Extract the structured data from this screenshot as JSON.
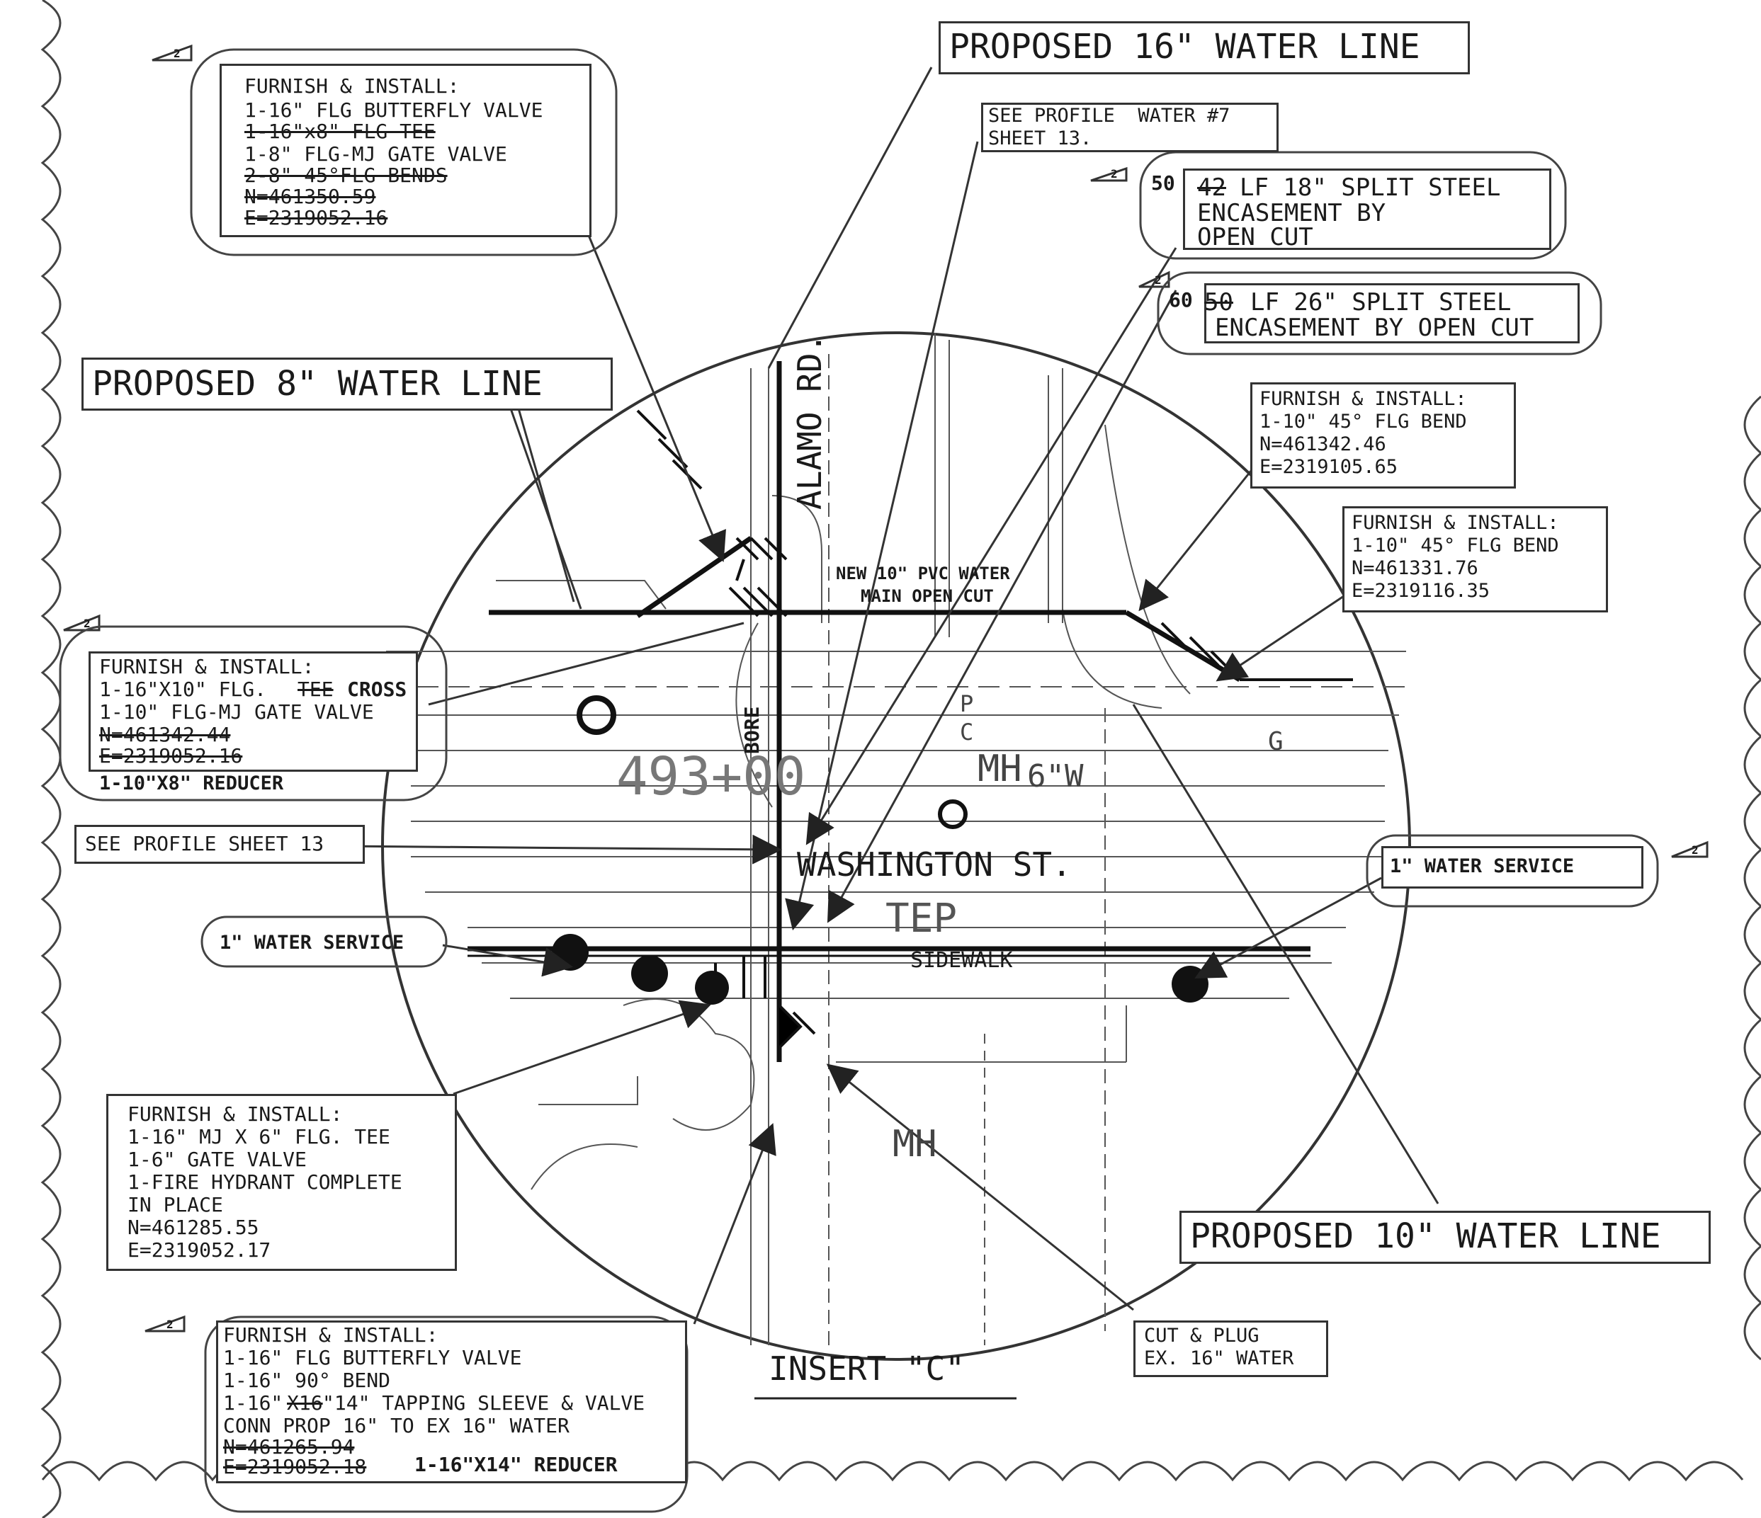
{
  "callouts": {
    "proposed_16": "PROPOSED 16\" WATER LINE",
    "proposed_8": "PROPOSED 8\" WATER LINE",
    "proposed_10": "PROPOSED 10\" WATER LINE",
    "see_profile_water7": [
      "SEE PROFILE  WATER #7",
      "SHEET 13."
    ],
    "encasement_18": {
      "new_qty": "50",
      "old_qty": "42",
      "text": [
        "LF 18\" SPLIT STEEL",
        "ENCASEMENT BY",
        "OPEN CUT"
      ]
    },
    "encasement_26": {
      "new_qty": "60",
      "old_qty": "50",
      "text": [
        "LF 26\" SPLIT STEEL",
        "ENCASEMENT BY OPEN CUT"
      ]
    },
    "bend_a": [
      "FURNISH & INSTALL:",
      "1-10\" 45° FLG BEND",
      "N=461342.46",
      "E=2319105.65"
    ],
    "bend_b": [
      "FURNISH & INSTALL:",
      "1-10\" 45° FLG BEND",
      "N=461331.76",
      "E=2319116.35"
    ],
    "butterfly_top": {
      "lines": [
        "FURNISH & INSTALL:",
        "1-16\" FLG BUTTERFLY VALVE"
      ],
      "struck1": "1-16\"x8\" FLG TEE",
      "line3": "1-8\" FLG-MJ GATE VALVE",
      "struck2": [
        "2-8\" 45°FLG BENDS",
        "N=461350.59",
        "E=2319052.16"
      ]
    },
    "cross": {
      "line1": "FURNISH & INSTALL:",
      "line2a": "1-16\"X10\" FLG.",
      "line2_struck": "TEE",
      "line2b": "CROSS",
      "line3": "1-10\" FLG-MJ GATE VALVE",
      "struck": [
        "N=461342.44",
        "E=2319052.16"
      ],
      "reducer": "1-10\"X8\" REDUCER"
    },
    "see_profile_13": "SEE PROFILE SHEET 13",
    "service_left": "1\" WATER SERVICE",
    "service_right": "1\" WATER SERVICE",
    "tee_hydrant": [
      "FURNISH & INSTALL:",
      "1-16\" MJ X 6\" FLG. TEE",
      "1-6\" GATE VALVE",
      "1-FIRE HYDRANT COMPLETE",
      "IN PLACE",
      "N=461285.55",
      "E=2319052.17"
    ],
    "tapping": {
      "lines": [
        "FURNISH & INSTALL:",
        "1-16\" FLG BUTTERFLY VALVE",
        "1-16\" 90° BEND"
      ],
      "line4a": "1-16\"",
      "line4_struck": "X16",
      "line4b": "\"14\" TAPPING SLEEVE & VALVE",
      "line5": "CONN PROP 16\" TO EX 16\" WATER",
      "struck_n": "N=461265.94",
      "struck_e": "E=2319052.18",
      "reducer": "1-16\"X14\" REDUCER"
    },
    "cut_plug": [
      "CUT & PLUG",
      "EX. 16\" WATER"
    ],
    "title": "INSERT \"C\""
  },
  "map_labels": {
    "alamo": "ALAMO RD.",
    "washington": "WASHINGTON ST.",
    "station": "493+00",
    "bore": "BORE",
    "new_pvc": [
      "NEW 10\" PVC WATER",
      "MAIN OPEN CUT"
    ],
    "sidewalk": "SIDEWALK",
    "mh1": "MH",
    "mh2": "MH",
    "sixw": "6\"W",
    "pc": [
      "P",
      "C"
    ],
    "tep": "TEP",
    "g": "G"
  },
  "revision_tag": "2"
}
